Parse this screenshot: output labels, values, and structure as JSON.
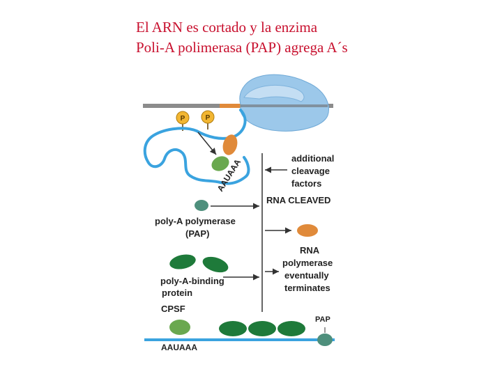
{
  "title": {
    "line1": "El ARN es cortado y la enzima",
    "line2": "Poli-A polimerasa (PAP) agrega A´s"
  },
  "figure": {
    "phosphate_label": "P",
    "signal_sequence": "AAUAAA",
    "right_labels": {
      "additional_cleavage_factors": [
        "additional",
        "cleavage",
        "factors"
      ],
      "rna_cleaved": "RNA CLEAVED",
      "rna_polymerase_terminates": [
        "RNA",
        "polymerase",
        "eventually",
        "terminates"
      ]
    },
    "left_labels": {
      "poly_a_polymerase": [
        "poly-A polymerase",
        "(PAP)"
      ],
      "poly_a_binding_protein": [
        "poly-A-binding",
        "protein"
      ],
      "cpsf": "CPSF"
    },
    "bottom": {
      "sequence": "AAUAAA",
      "pap": "PAP"
    },
    "colors": {
      "rna_strand": "#3aa3df",
      "polymerase": "#9cc8ea",
      "dna": "#8c8c8c",
      "orange_factor": "#e08a3a",
      "green_factor": "#6aa84f",
      "dark_green_pabp": "#1e7a3a",
      "pap_teal": "#4e8f7c",
      "arrows": "#333333"
    }
  }
}
